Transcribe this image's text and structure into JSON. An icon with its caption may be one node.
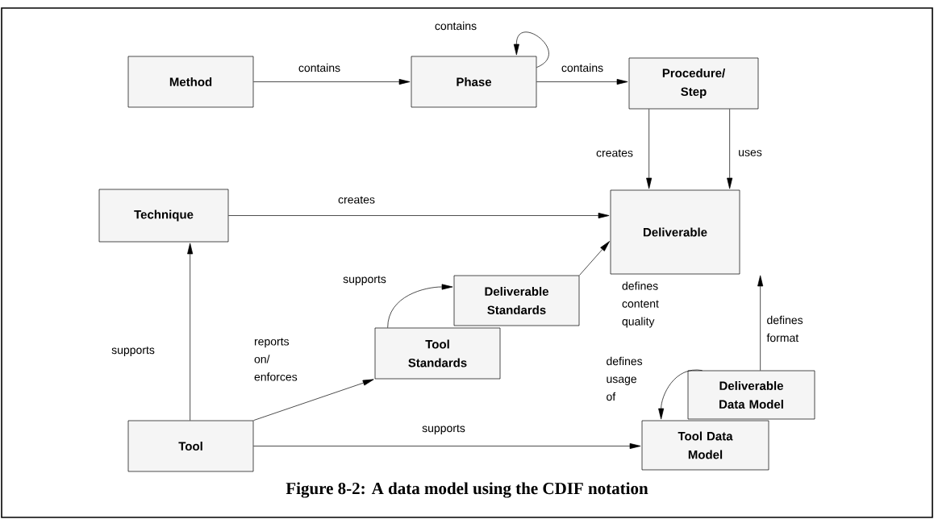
{
  "diagram": {
    "caption": "Figure 8-2: A data model using the CDIF notation",
    "nodes": [
      {
        "text": [
          "Method"
        ]
      },
      {
        "text": [
          "Phase"
        ]
      },
      {
        "text": [
          "Procedure/ Step"
        ]
      },
      {
        "text": [
          "Technique"
        ]
      },
      {
        "text": [
          "Deliverable"
        ]
      },
      {
        "text": [
          "Deliverable Standards"
        ]
      },
      {
        "text": [
          "Tool Standards"
        ]
      },
      {
        "text": [
          "Deliverable Data Model"
        ]
      },
      {
        "text": [
          "Tool Data Model"
        ]
      },
      {
        "text": [
          "Tool"
        ]
      }
    ],
    "edges": [
      {
        "from": 0,
        "to": 1,
        "arrow": "to",
        "label": "contains"
      },
      {
        "from": 1,
        "to": 1,
        "arrow": "to",
        "label": "contains"
      },
      {
        "from": 1,
        "to": 2,
        "arrow": "to",
        "label": "contains"
      },
      {
        "from": 2,
        "to": 4,
        "arrow": "to",
        "label": "creates"
      },
      {
        "from": 2,
        "to": 4,
        "arrow": "to",
        "label": "uses"
      },
      {
        "from": 3,
        "to": 4,
        "arrow": "to",
        "label": "creates"
      },
      {
        "from": 9,
        "to": 3,
        "arrow": "to",
        "label": "supports"
      },
      {
        "from": 9,
        "to": 6,
        "arrow": "to",
        "label": "reports on/ enforces"
      },
      {
        "from": 6,
        "to": 5,
        "arrow": "to",
        "label": "supports"
      },
      {
        "from": 5,
        "to": 4,
        "arrow": "to",
        "label": "defines content quality"
      },
      {
        "from": 7,
        "to": 4,
        "arrow": "to",
        "label": "defines format"
      },
      {
        "from": 7,
        "to": 8,
        "arrow": "to",
        "label": "defines usage of"
      },
      {
        "from": 9,
        "to": 8,
        "arrow": "to",
        "label": "supports"
      }
    ]
  }
}
